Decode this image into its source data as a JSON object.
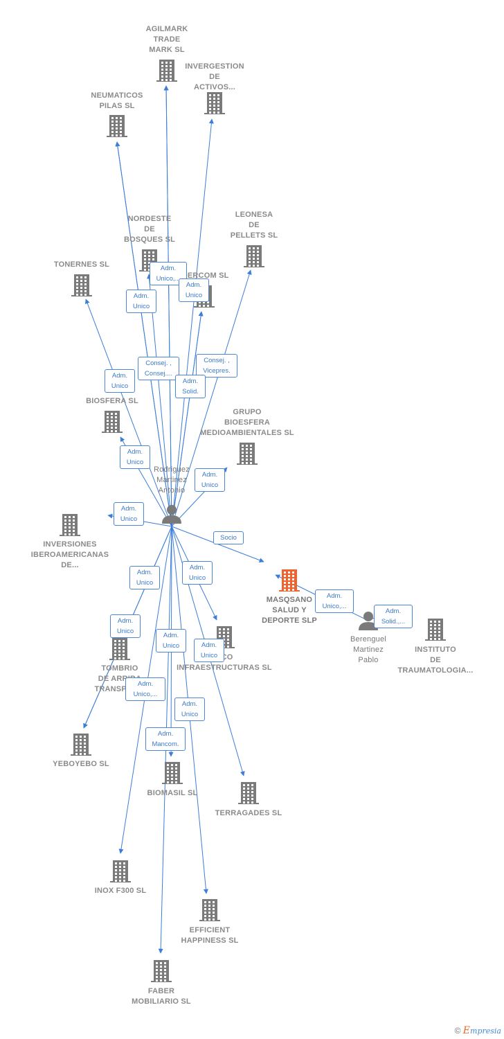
{
  "nodes": [
    {
      "id": "agilmark",
      "label": "AGILMARK\nTRADE\nMARK  SL",
      "type": "company"
    },
    {
      "id": "invergestion",
      "label": "INVERGESTION\nDE\nACTIVOS...",
      "type": "company"
    },
    {
      "id": "neumaticos",
      "label": "NEUMATICOS\nPILAS SL",
      "type": "company"
    },
    {
      "id": "nordeste",
      "label": "NORDESTE\nDE\nBOSQUES SL",
      "type": "company"
    },
    {
      "id": "leonesa",
      "label": "LEONESA\nDE\nPELLETS SL",
      "type": "company"
    },
    {
      "id": "tonernes",
      "label": "TONERNES SL",
      "type": "company"
    },
    {
      "id": "idercom",
      "label": "IDERCOM SL",
      "type": "company"
    },
    {
      "id": "gbiosfera",
      "label": "G\nBIOSFERA  SL",
      "type": "company"
    },
    {
      "id": "grupo",
      "label": "GRUPO\nBIOESFERA\nMEDIOAMBIENTALES SL",
      "type": "company"
    },
    {
      "id": "inversiones",
      "label": "INVERSIONES\nIBEROAMERICANAS\nDE...",
      "type": "company"
    },
    {
      "id": "rodriguez",
      "label": "Rodriguez\nMartinez\nAntonio",
      "type": "person"
    },
    {
      "id": "masqsano",
      "label": "MASQSANO\nSALUD Y\nDEPORTE  SLP",
      "type": "company-highlight"
    },
    {
      "id": "berenguel",
      "label": "Berenguel\nMartinez\nPablo",
      "type": "person"
    },
    {
      "id": "instituto",
      "label": "INSTITUTO\nDE\nTRAUMATOLOGIA...",
      "type": "company"
    },
    {
      "id": "tombrio",
      "label": "TOMBRIO\nDE ARRIBA\nTRANSPOR...",
      "type": "company"
    },
    {
      "id": "arco",
      "label": "RCO\nINFRAESTRUCTURAS SL",
      "type": "company"
    },
    {
      "id": "yeboyebo",
      "label": "YEBOYEBO  SL",
      "type": "company"
    },
    {
      "id": "biomasil",
      "label": "BIOMASIL SL",
      "type": "company"
    },
    {
      "id": "terragades",
      "label": "TERRAGADES SL",
      "type": "company"
    },
    {
      "id": "inox",
      "label": "INOX F300  SL",
      "type": "company"
    },
    {
      "id": "efficient",
      "label": "EFFICIENT\nHAPPINESS  SL",
      "type": "company"
    },
    {
      "id": "faber",
      "label": "FABER\nMOBILIARIO SL",
      "type": "company"
    }
  ],
  "relations": [
    {
      "from": "rodriguez",
      "to": "agilmark",
      "label": ""
    },
    {
      "from": "rodriguez",
      "to": "invergestion",
      "label": ""
    },
    {
      "from": "rodriguez",
      "to": "neumaticos",
      "label": ""
    },
    {
      "from": "rodriguez",
      "to": "nordeste",
      "label": "Adm.\nUnico,..."
    },
    {
      "from": "rodriguez",
      "to": "idercom",
      "label": "Adm.\nUnico"
    },
    {
      "from": "rodriguez",
      "to": "neumaticos",
      "label": "Adm.\nUnico"
    },
    {
      "from": "rodriguez",
      "to": "agilmark",
      "label": "Consej. ,\nConsej...."
    },
    {
      "from": "rodriguez",
      "to": "leonesa",
      "label": "Consej. ,\nVicepres."
    },
    {
      "from": "rodriguez",
      "to": "idercom",
      "label": "Adm.\nSolid."
    },
    {
      "from": "rodriguez",
      "to": "tonernes",
      "label": "Adm.\nUnico"
    },
    {
      "from": "rodriguez",
      "to": "gbiosfera",
      "label": "Adm.\nUnico"
    },
    {
      "from": "rodriguez",
      "to": "grupo",
      "label": "Adm.\nUnico"
    },
    {
      "from": "rodriguez",
      "to": "inversiones",
      "label": "Adm.\nUnico"
    },
    {
      "from": "rodriguez",
      "to": "masqsano",
      "label": "Socio"
    },
    {
      "from": "berenguel",
      "to": "masqsano",
      "label": "Adm.\nUnico,..."
    },
    {
      "from": "berenguel",
      "to": "instituto",
      "label": "Adm.\nSolid.,..."
    },
    {
      "from": "rodriguez",
      "to": "tombrio",
      "label": "Adm.\nUnico"
    },
    {
      "from": "rodriguez",
      "to": "arco",
      "label": "Adm.\nUnico"
    },
    {
      "from": "rodriguez",
      "to": "yeboyebo",
      "label": "Adm.\nUnico"
    },
    {
      "from": "rodriguez",
      "to": "biomasil",
      "label": "Adm.\nUnico"
    },
    {
      "from": "rodriguez",
      "to": "terragades",
      "label": "Adm.\nUnico"
    },
    {
      "from": "rodriguez",
      "to": "inox",
      "label": "Adm.\nUnico,..."
    },
    {
      "from": "rodriguez",
      "to": "efficient",
      "label": "Adm.\nUnico"
    },
    {
      "from": "rodriguez",
      "to": "faber",
      "label": "Adm.\nMancom."
    }
  ],
  "colors": {
    "edge": "#3b7dd8",
    "company_icon": "#7a7a7a",
    "highlight_icon": "#f0622e",
    "person_icon": "#7a7a7a"
  },
  "brand": {
    "copyright": "©",
    "e": "E",
    "rest": "mpresia"
  }
}
